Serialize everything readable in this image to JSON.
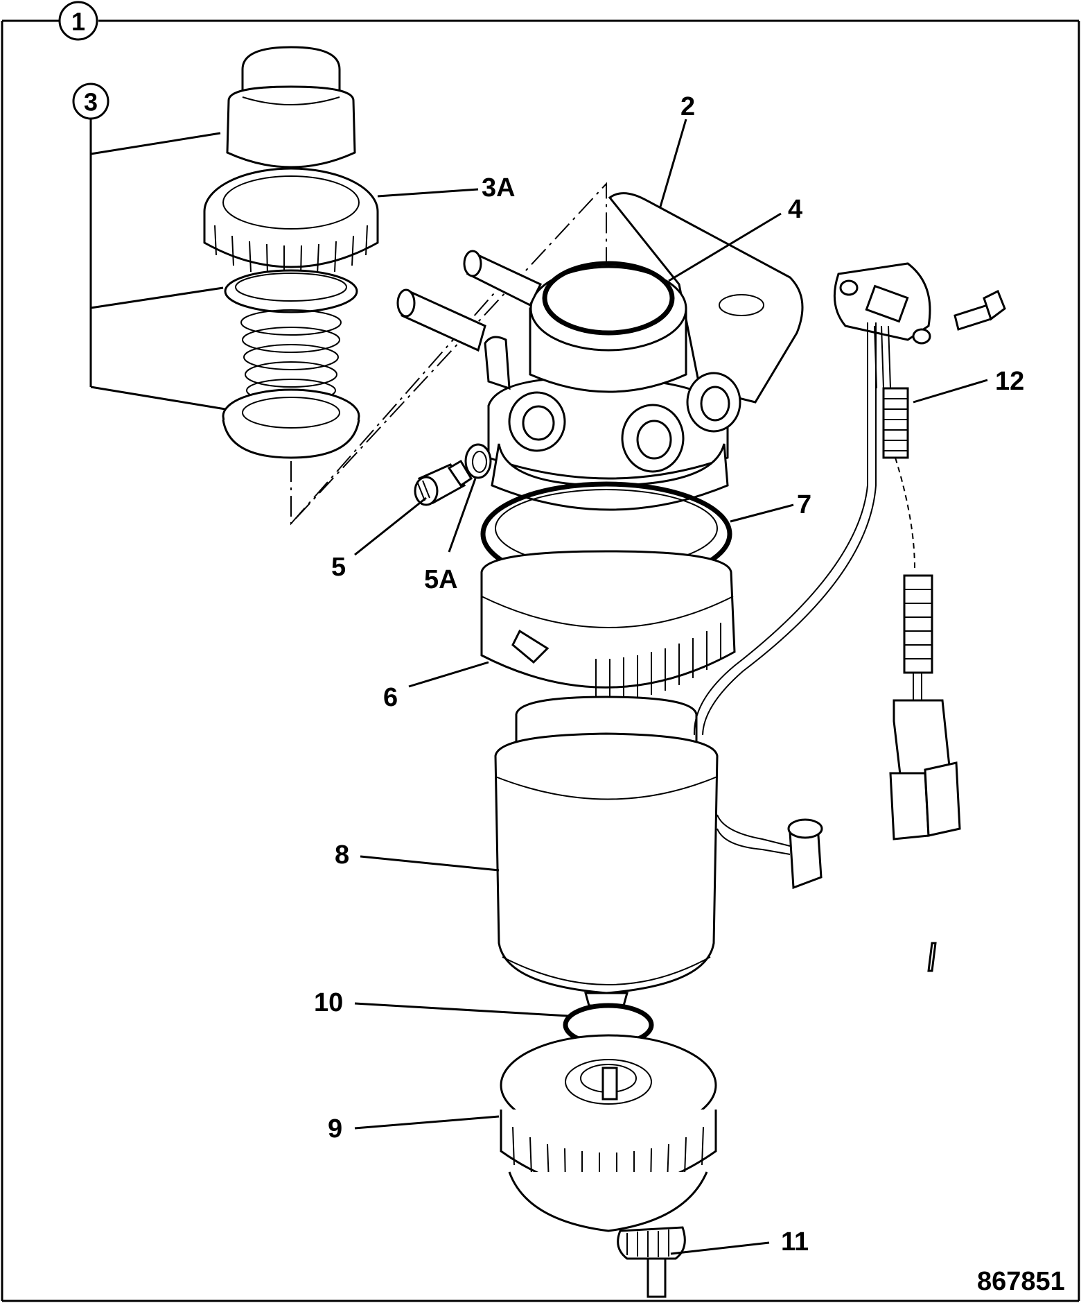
{
  "diagram": {
    "figure_number": "867851",
    "assembly_callout": "1",
    "kit_callout": "3",
    "callouts": [
      {
        "id": "c2",
        "text": "2"
      },
      {
        "id": "c3a",
        "text": "3A"
      },
      {
        "id": "c4",
        "text": "4"
      },
      {
        "id": "c5",
        "text": "5"
      },
      {
        "id": "c5a",
        "text": "5A"
      },
      {
        "id": "c6",
        "text": "6"
      },
      {
        "id": "c7",
        "text": "7"
      },
      {
        "id": "c8",
        "text": "8"
      },
      {
        "id": "c9",
        "text": "9"
      },
      {
        "id": "c10",
        "text": "10"
      },
      {
        "id": "c11",
        "text": "11"
      },
      {
        "id": "c12",
        "text": "12"
      }
    ]
  }
}
